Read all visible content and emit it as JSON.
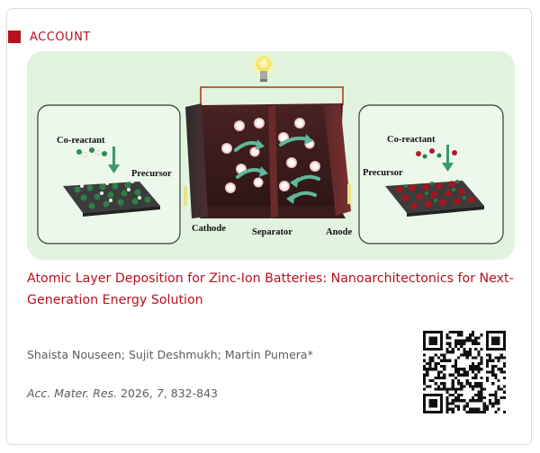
{
  "section": {
    "label": "ACCOUNT",
    "accent": "#b4121e"
  },
  "graphic": {
    "left_label_coreactant": "Co-reactant",
    "left_label_precursor": "Precursor",
    "right_label_coreactant": "Co-reactant",
    "right_label_precursor": "Precursor",
    "cathode": "Cathode",
    "separator": "Separator",
    "anode": "Anode",
    "background": "#e2f3df"
  },
  "article": {
    "title": "Atomic Layer Deposition for Zinc-Ion Batteries: Nanoarchitectonics for Next-Generation Energy Solution",
    "authors": "Shaista Nouseen; Sujit Deshmukh; Martin Pumera*",
    "journal": "Acc. Mater. Res.",
    "year": "2026",
    "volume": "7",
    "pages": "832-843",
    "sep1": ", ",
    "sep2": ", "
  },
  "qr_code": {
    "icon": "qr-code-icon"
  }
}
